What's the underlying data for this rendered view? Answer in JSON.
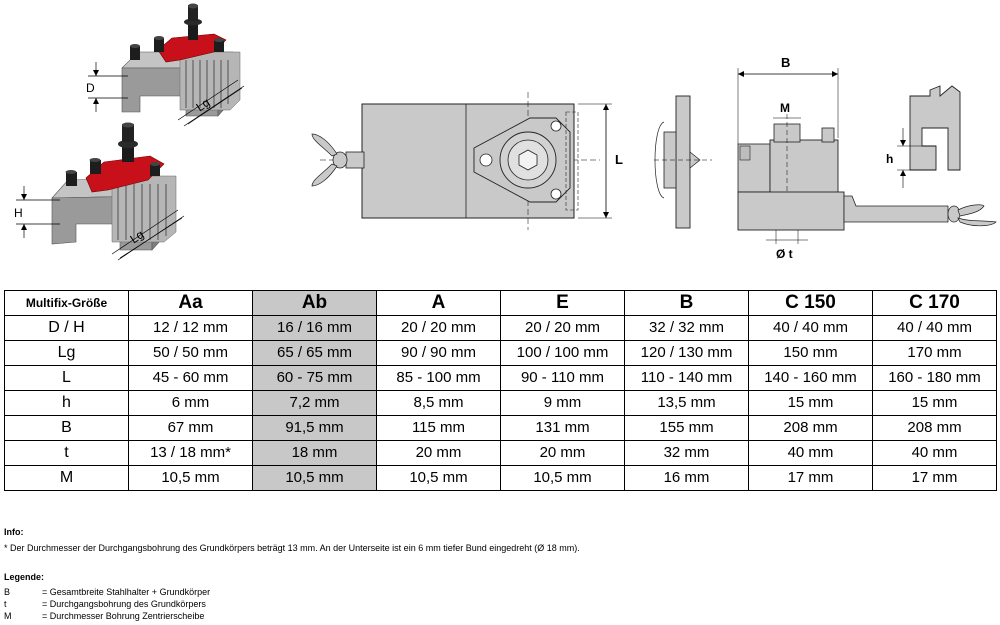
{
  "drawing_labels": {
    "D": "D",
    "Lg": "Lg",
    "H": "H",
    "L": "L",
    "B": "B",
    "M": "M",
    "h": "h",
    "t": "Ø t"
  },
  "table": {
    "corner": "Multifix-Größe",
    "columns": [
      "Aa",
      "Ab",
      "A",
      "E",
      "B",
      "C 150",
      "C 170"
    ],
    "highlight_column": 1,
    "highlight_color": "#c8c8c8",
    "rows": [
      {
        "label": "D / H",
        "cells": [
          "12 / 12 mm",
          "16 / 16 mm",
          "20 / 20 mm",
          "20 / 20 mm",
          "32 / 32 mm",
          "40 / 40 mm",
          "40 / 40 mm"
        ]
      },
      {
        "label": "Lg",
        "cells": [
          "50 / 50 mm",
          "65 / 65 mm",
          "90 / 90 mm",
          "100 / 100 mm",
          "120 / 130 mm",
          "150 mm",
          "170 mm"
        ]
      },
      {
        "label": "L",
        "cells": [
          "45 - 60 mm",
          "60 - 75 mm",
          "85 - 100 mm",
          "90 - 110 mm",
          "110 - 140 mm",
          "140 - 160 mm",
          "160 - 180 mm"
        ]
      },
      {
        "label": "h",
        "cells": [
          "6 mm",
          "7,2 mm",
          "8,5 mm",
          "9 mm",
          "13,5 mm",
          "15 mm",
          "15 mm"
        ]
      },
      {
        "label": "B",
        "cells": [
          "67 mm",
          "91,5 mm",
          "115 mm",
          "131 mm",
          "155 mm",
          "208 mm",
          "208 mm"
        ]
      },
      {
        "label": "t",
        "cells": [
          "13 / 18 mm*",
          "18 mm",
          "20 mm",
          "20 mm",
          "32 mm",
          "40 mm",
          "40 mm"
        ]
      },
      {
        "label": "M",
        "cells": [
          "10,5 mm",
          "10,5 mm",
          "10,5 mm",
          "10,5 mm",
          "16 mm",
          "17 mm",
          "17 mm"
        ]
      }
    ]
  },
  "info": {
    "heading": "Info:",
    "text": "* Der Durchmesser der Durchgangsbohrung des Grundkörpers beträgt 13 mm. An der Unterseite ist ein 6 mm tiefer Bund eingedreht (Ø 18 mm)."
  },
  "legend": {
    "heading": "Legende:",
    "items": [
      {
        "key": "B",
        "text": "= Gesamtbreite Stahlhalter + Grundkörper"
      },
      {
        "key": "t",
        "text": "= Durchgangsbohrung des Grundkörpers"
      },
      {
        "key": "M",
        "text": "= Durchmesser Bohrung Zentrierscheibe"
      }
    ]
  },
  "colors": {
    "steel": "#a9a9a9",
    "steel_dark": "#7a7a7a",
    "clamp_red": "#c8101a",
    "drawing_fill": "#c9c9c9"
  }
}
